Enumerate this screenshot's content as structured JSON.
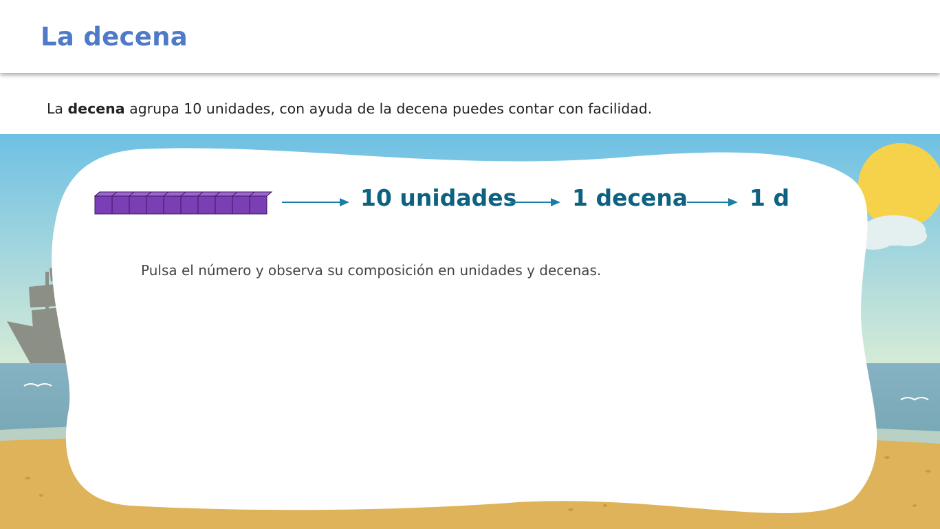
{
  "header": {
    "title": "La decena"
  },
  "intro": {
    "prefix": "La ",
    "bold": "decena",
    "suffix": " agrupa 10 unidades, con ayuda de la decena puedes contar con facilidad."
  },
  "flow": {
    "cube_count": 10,
    "step1": "10 unidades",
    "step2": "1 decena",
    "step3": "1 d"
  },
  "instruction": "Pulsa el número y observa su composición en unidades y decenas.",
  "colors": {
    "title": "#4f7ac8",
    "flow_text": "#0d6282",
    "arrow": "#1a7fa6",
    "cube_front": "#7b3fb5",
    "cube_top": "#9c67cc",
    "sky": "#7fc6e2",
    "sea": "#7faebc",
    "sand": "#dfb35a",
    "sun": "#f5d24a"
  }
}
